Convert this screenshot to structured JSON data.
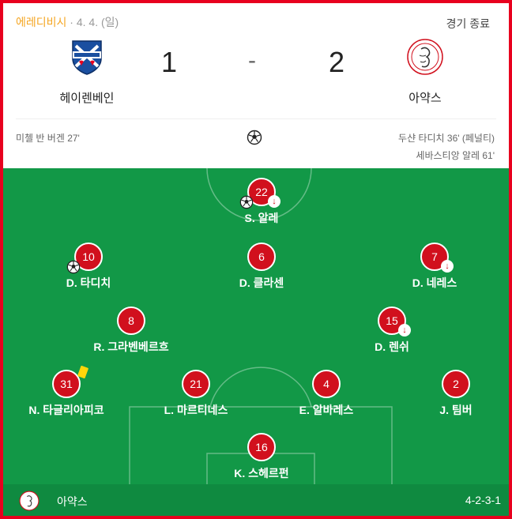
{
  "header": {
    "league": "에레디비시",
    "date": " · 4. 4. (일)",
    "status": "경기 종료"
  },
  "home": {
    "name": "헤이렌베인",
    "score": "1",
    "scorers": [
      "미첼 반 버겐 27'"
    ]
  },
  "away": {
    "name": "아약스",
    "score": "2",
    "scorers": [
      "두샨 타디치 36' (페널티)",
      "세바스티앙 알레 61'"
    ]
  },
  "separator": "-",
  "lineup": {
    "team": "아약스",
    "formation": "4-2-3-1",
    "players": [
      {
        "number": "22",
        "name": "S. 알레",
        "events": [
          "goal",
          "sub"
        ]
      },
      {
        "number": "10",
        "name": "D. 타디치",
        "events": [
          "goal"
        ]
      },
      {
        "number": "6",
        "name": "D. 클라센",
        "events": []
      },
      {
        "number": "7",
        "name": "D. 네레스",
        "events": [
          "sub"
        ]
      },
      {
        "number": "8",
        "name": "R. 그라벤베르흐",
        "events": []
      },
      {
        "number": "15",
        "name": "D. 렌쉬",
        "events": [
          "sub"
        ]
      },
      {
        "number": "31",
        "name": "N. 타글리아피코",
        "events": [
          "yellow-card"
        ]
      },
      {
        "number": "21",
        "name": "L. 마르티네스",
        "events": []
      },
      {
        "number": "4",
        "name": "E. 알바레스",
        "events": []
      },
      {
        "number": "2",
        "name": "J. 팀버",
        "events": []
      },
      {
        "number": "16",
        "name": "K. 스헤르펀",
        "events": []
      }
    ]
  },
  "icons": {
    "sub": "↓",
    "home_logo": "heerenveen-crest-icon",
    "away_logo": "ajax-crest-icon"
  },
  "colors": {
    "league": "#f5a623",
    "pitch": "#129847",
    "player": "#d1101d",
    "yellow_card": "#ffd60a",
    "border": "#e8001e"
  }
}
